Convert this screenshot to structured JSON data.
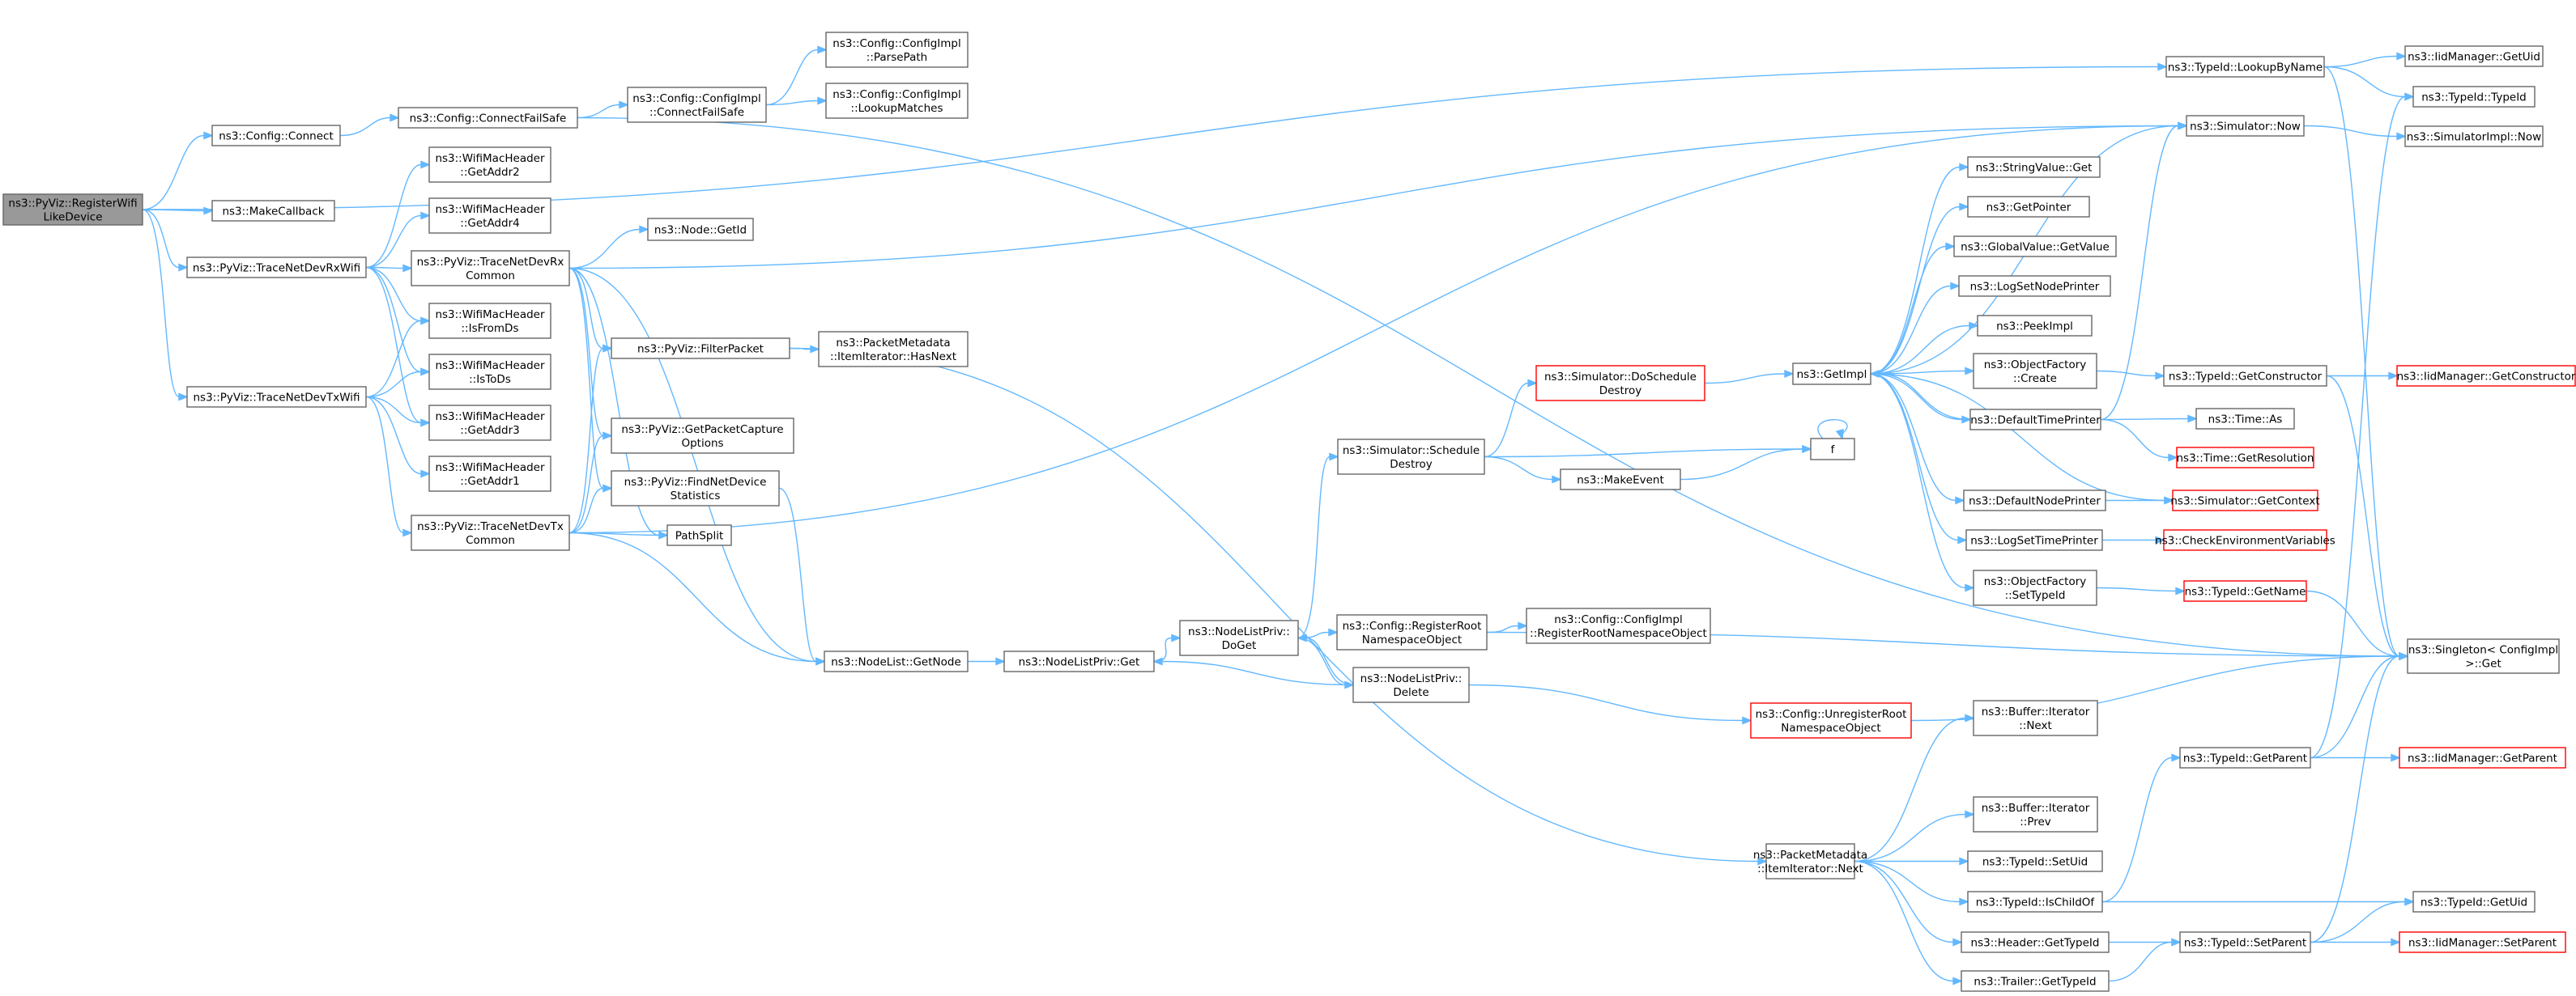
{
  "colors": {
    "edge": "#63b8ff",
    "node_border": "#666666",
    "node_fill": "#ffffff",
    "root_fill": "#999999",
    "missing_border": "#ff0000",
    "text": "#000000"
  },
  "nodes": [
    {
      "id": "root",
      "lines": [
        "ns3::PyViz::RegisterWifi",
        "LikeDevice"
      ],
      "style": "root"
    },
    {
      "id": "cfgConnect",
      "lines": [
        "ns3::Config::Connect"
      ]
    },
    {
      "id": "makeCallback",
      "lines": [
        "ns3::MakeCallback"
      ]
    },
    {
      "id": "rxWifi",
      "lines": [
        "ns3::PyViz::TraceNetDevRxWifi"
      ]
    },
    {
      "id": "txWifi",
      "lines": [
        "ns3::PyViz::TraceNetDevTxWifi"
      ]
    },
    {
      "id": "connectFS",
      "lines": [
        "ns3::Config::ConnectFailSafe"
      ]
    },
    {
      "id": "getAddr2",
      "lines": [
        "ns3::WifiMacHeader",
        "::GetAddr2"
      ]
    },
    {
      "id": "getAddr4",
      "lines": [
        "ns3::WifiMacHeader",
        "::GetAddr4"
      ]
    },
    {
      "id": "rxCommon",
      "lines": [
        "ns3::PyViz::TraceNetDevRx",
        "Common"
      ]
    },
    {
      "id": "isFromDs",
      "lines": [
        "ns3::WifiMacHeader",
        "::IsFromDs"
      ]
    },
    {
      "id": "isToDs",
      "lines": [
        "ns3::WifiMacHeader",
        "::IsToDs"
      ]
    },
    {
      "id": "getAddr3",
      "lines": [
        "ns3::WifiMacHeader",
        "::GetAddr3"
      ]
    },
    {
      "id": "getAddr1",
      "lines": [
        "ns3::WifiMacHeader",
        "::GetAddr1"
      ]
    },
    {
      "id": "txCommon",
      "lines": [
        "ns3::PyViz::TraceNetDevTx",
        "Common"
      ]
    },
    {
      "id": "implConnectFS",
      "lines": [
        "ns3::Config::ConfigImpl",
        "::ConnectFailSafe"
      ]
    },
    {
      "id": "parsePath",
      "lines": [
        "ns3::Config::ConfigImpl",
        "::ParsePath"
      ]
    },
    {
      "id": "lookupMatches",
      "lines": [
        "ns3::Config::ConfigImpl",
        "::LookupMatches"
      ]
    },
    {
      "id": "nodeGetId",
      "lines": [
        "ns3::Node::GetId"
      ]
    },
    {
      "id": "filterPacket",
      "lines": [
        "ns3::PyViz::FilterPacket"
      ]
    },
    {
      "id": "hasNext",
      "lines": [
        "ns3::PacketMetadata",
        "::ItemIterator::HasNext"
      ]
    },
    {
      "id": "getPCO",
      "lines": [
        "ns3::PyViz::GetPacketCapture",
        "Options"
      ]
    },
    {
      "id": "findNDS",
      "lines": [
        "ns3::PyViz::FindNetDevice",
        "Statistics"
      ]
    },
    {
      "id": "pathSplit",
      "lines": [
        "PathSplit"
      ]
    },
    {
      "id": "nlGetNode",
      "lines": [
        "ns3::NodeList::GetNode"
      ]
    },
    {
      "id": "nlpGet",
      "lines": [
        "ns3::NodeListPriv::Get"
      ]
    },
    {
      "id": "nlpDoGet",
      "lines": [
        "ns3::NodeListPriv::",
        "DoGet"
      ]
    },
    {
      "id": "schedDestroy",
      "lines": [
        "ns3::Simulator::Schedule",
        "Destroy"
      ]
    },
    {
      "id": "doSchedDestroy",
      "lines": [
        "ns3::Simulator::DoSchedule",
        "Destroy"
      ],
      "style": "red"
    },
    {
      "id": "makeEvent",
      "lines": [
        "ns3::MakeEvent"
      ]
    },
    {
      "id": "regRoot",
      "lines": [
        "ns3::Config::RegisterRoot",
        "NamespaceObject"
      ]
    },
    {
      "id": "implRegRoot",
      "lines": [
        "ns3::Config::ConfigImpl",
        "::RegisterRootNamespaceObject"
      ]
    },
    {
      "id": "nlpDelete",
      "lines": [
        "ns3::NodeListPriv::",
        "Delete"
      ]
    },
    {
      "id": "unregRoot",
      "lines": [
        "ns3::Config::UnregisterRoot",
        "NamespaceObject"
      ],
      "style": "red"
    },
    {
      "id": "f",
      "lines": [
        "f"
      ]
    },
    {
      "id": "getImpl",
      "lines": [
        "ns3::GetImpl"
      ]
    },
    {
      "id": "strValueGet",
      "lines": [
        "ns3::StringValue::Get"
      ]
    },
    {
      "id": "getPointer",
      "lines": [
        "ns3::GetPointer"
      ]
    },
    {
      "id": "gvGetValue",
      "lines": [
        "ns3::GlobalValue::GetValue"
      ]
    },
    {
      "id": "logSetNP",
      "lines": [
        "ns3::LogSetNodePrinter"
      ]
    },
    {
      "id": "peekImpl",
      "lines": [
        "ns3::PeekImpl"
      ]
    },
    {
      "id": "ofCreate",
      "lines": [
        "ns3::ObjectFactory",
        "::Create"
      ]
    },
    {
      "id": "defTP",
      "lines": [
        "ns3::DefaultTimePrinter"
      ]
    },
    {
      "id": "defNP",
      "lines": [
        "ns3::DefaultNodePrinter"
      ]
    },
    {
      "id": "logSetTP",
      "lines": [
        "ns3::LogSetTimePrinter"
      ]
    },
    {
      "id": "ofSetTypeId",
      "lines": [
        "ns3::ObjectFactory",
        "::SetTypeId"
      ]
    },
    {
      "id": "pmNext",
      "lines": [
        "ns3::PacketMetadata",
        "::ItemIterator::Next"
      ]
    },
    {
      "id": "bufNext",
      "lines": [
        "ns3::Buffer::Iterator",
        "::Next"
      ]
    },
    {
      "id": "bufPrev",
      "lines": [
        "ns3::Buffer::Iterator",
        "::Prev"
      ]
    },
    {
      "id": "tidSetUid",
      "lines": [
        "ns3::TypeId::SetUid"
      ]
    },
    {
      "id": "tidIsChildOf",
      "lines": [
        "ns3::TypeId::IsChildOf"
      ]
    },
    {
      "id": "hdrGetTypeId",
      "lines": [
        "ns3::Header::GetTypeId"
      ]
    },
    {
      "id": "trlGetTypeId",
      "lines": [
        "ns3::Trailer::GetTypeId"
      ]
    },
    {
      "id": "lookupByName",
      "lines": [
        "ns3::TypeId::LookupByName"
      ]
    },
    {
      "id": "simNow",
      "lines": [
        "ns3::Simulator::Now"
      ]
    },
    {
      "id": "tidGetCtor",
      "lines": [
        "ns3::TypeId::GetConstructor"
      ]
    },
    {
      "id": "timeAs",
      "lines": [
        "ns3::Time::As"
      ]
    },
    {
      "id": "timeGetRes",
      "lines": [
        "ns3::Time::GetResolution"
      ],
      "style": "red"
    },
    {
      "id": "simGetCtx",
      "lines": [
        "ns3::Simulator::GetContext"
      ],
      "style": "red"
    },
    {
      "id": "checkEnv",
      "lines": [
        "ns3::CheckEnvironmentVariables"
      ],
      "style": "red"
    },
    {
      "id": "tidGetName",
      "lines": [
        "ns3::TypeId::GetName"
      ],
      "style": "red"
    },
    {
      "id": "tidGetParent",
      "lines": [
        "ns3::TypeId::GetParent"
      ]
    },
    {
      "id": "tidSetParent",
      "lines": [
        "ns3::TypeId::SetParent"
      ]
    },
    {
      "id": "iidGetUid",
      "lines": [
        "ns3::IidManager::GetUid"
      ]
    },
    {
      "id": "tidTypeId",
      "lines": [
        "ns3::TypeId::TypeId"
      ]
    },
    {
      "id": "simImplNow",
      "lines": [
        "ns3::SimulatorImpl::Now"
      ]
    },
    {
      "id": "iidGetCtor",
      "lines": [
        "ns3::IidManager::GetConstructor"
      ],
      "style": "red"
    },
    {
      "id": "singletonGet",
      "lines": [
        "ns3::Singleton< ConfigImpl",
        "&gt;::Get"
      ]
    },
    {
      "id": "iidGetParent",
      "lines": [
        "ns3::IidManager::GetParent"
      ],
      "style": "red"
    },
    {
      "id": "tidGetUid",
      "lines": [
        "ns3::TypeId::GetUid"
      ]
    },
    {
      "id": "iidSetParent",
      "lines": [
        "ns3::IidManager::SetParent"
      ],
      "style": "red"
    }
  ],
  "edges": [
    [
      "root",
      "cfgConnect"
    ],
    [
      "root",
      "makeCallback"
    ],
    [
      "root",
      "rxWifi"
    ],
    [
      "root",
      "txWifi"
    ],
    [
      "root",
      "lookupByName"
    ],
    [
      "cfgConnect",
      "connectFS"
    ],
    [
      "connectFS",
      "implConnectFS"
    ],
    [
      "connectFS",
      "singletonGet"
    ],
    [
      "implConnectFS",
      "parsePath"
    ],
    [
      "implConnectFS",
      "lookupMatches"
    ],
    [
      "rxWifi",
      "getAddr2"
    ],
    [
      "rxWifi",
      "getAddr4"
    ],
    [
      "rxWifi",
      "rxCommon"
    ],
    [
      "rxWifi",
      "isFromDs"
    ],
    [
      "rxWifi",
      "isToDs"
    ],
    [
      "rxWifi",
      "getAddr3"
    ],
    [
      "txWifi",
      "isFromDs"
    ],
    [
      "txWifi",
      "isToDs"
    ],
    [
      "txWifi",
      "getAddr3"
    ],
    [
      "txWifi",
      "getAddr1"
    ],
    [
      "txWifi",
      "txCommon"
    ],
    [
      "rxCommon",
      "nodeGetId"
    ],
    [
      "rxCommon",
      "filterPacket"
    ],
    [
      "rxCommon",
      "getPCO"
    ],
    [
      "rxCommon",
      "findNDS"
    ],
    [
      "rxCommon",
      "pathSplit"
    ],
    [
      "rxCommon",
      "nlGetNode"
    ],
    [
      "rxCommon",
      "simNow"
    ],
    [
      "txCommon",
      "filterPacket"
    ],
    [
      "txCommon",
      "getPCO"
    ],
    [
      "txCommon",
      "findNDS"
    ],
    [
      "txCommon",
      "pathSplit"
    ],
    [
      "txCommon",
      "nlGetNode"
    ],
    [
      "txCommon",
      "simNow"
    ],
    [
      "filterPacket",
      "hasNext"
    ],
    [
      "filterPacket",
      "pmNext"
    ],
    [
      "findNDS",
      "nlGetNode"
    ],
    [
      "nlGetNode",
      "nlpGet"
    ],
    [
      "nlpGet",
      "nlpDoGet"
    ],
    [
      "nlpDoGet",
      "schedDestroy"
    ],
    [
      "nlpDoGet",
      "regRoot"
    ],
    [
      "nlpDoGet",
      "nlpDelete"
    ],
    [
      "nlpDelete",
      "nlpDoGet"
    ],
    [
      "nlpDelete",
      "nlpGet"
    ],
    [
      "nlpDelete",
      "unregRoot"
    ],
    [
      "schedDestroy",
      "doSchedDestroy"
    ],
    [
      "schedDestroy",
      "f"
    ],
    [
      "schedDestroy",
      "makeEvent"
    ],
    [
      "makeEvent",
      "f"
    ],
    [
      "f",
      "f"
    ],
    [
      "doSchedDestroy",
      "getImpl"
    ],
    [
      "regRoot",
      "implRegRoot"
    ],
    [
      "regRoot",
      "singletonGet"
    ],
    [
      "unregRoot",
      "singletonGet"
    ],
    [
      "getImpl",
      "strValueGet"
    ],
    [
      "getImpl",
      "getPointer"
    ],
    [
      "getImpl",
      "gvGetValue"
    ],
    [
      "getImpl",
      "logSetNP"
    ],
    [
      "getImpl",
      "peekImpl"
    ],
    [
      "getImpl",
      "ofCreate"
    ],
    [
      "getImpl",
      "defTP"
    ],
    [
      "getImpl",
      "defNP"
    ],
    [
      "getImpl",
      "logSetTP"
    ],
    [
      "getImpl",
      "ofSetTypeId"
    ],
    [
      "getImpl",
      "simNow"
    ],
    [
      "getImpl",
      "simGetCtx"
    ],
    [
      "ofCreate",
      "tidGetCtor"
    ],
    [
      "defTP",
      "simNow"
    ],
    [
      "defTP",
      "timeAs"
    ],
    [
      "defTP",
      "timeGetRes"
    ],
    [
      "defTP",
      "getImpl"
    ],
    [
      "defNP",
      "simGetCtx"
    ],
    [
      "logSetTP",
      "checkEnv"
    ],
    [
      "ofSetTypeId",
      "tidGetName"
    ],
    [
      "tidGetCtor",
      "iidGetCtor"
    ],
    [
      "tidGetCtor",
      "singletonGet"
    ],
    [
      "tidGetName",
      "singletonGet"
    ],
    [
      "lookupByName",
      "iidGetUid"
    ],
    [
      "lookupByName",
      "tidTypeId"
    ],
    [
      "lookupByName",
      "singletonGet"
    ],
    [
      "simNow",
      "simImplNow"
    ],
    [
      "pmNext",
      "bufNext"
    ],
    [
      "pmNext",
      "bufPrev"
    ],
    [
      "pmNext",
      "tidSetUid"
    ],
    [
      "pmNext",
      "tidIsChildOf"
    ],
    [
      "pmNext",
      "hdrGetTypeId"
    ],
    [
      "pmNext",
      "trlGetTypeId"
    ],
    [
      "tidIsChildOf",
      "tidGetParent"
    ],
    [
      "tidIsChildOf",
      "tidGetUid"
    ],
    [
      "hdrGetTypeId",
      "tidSetParent"
    ],
    [
      "trlGetTypeId",
      "tidSetParent"
    ],
    [
      "tidGetParent",
      "iidGetParent"
    ],
    [
      "tidGetParent",
      "singletonGet"
    ],
    [
      "tidGetParent",
      "tidTypeId"
    ],
    [
      "tidSetParent",
      "iidSetParent"
    ],
    [
      "tidSetParent",
      "tidGetUid"
    ],
    [
      "tidSetParent",
      "singletonGet"
    ]
  ]
}
